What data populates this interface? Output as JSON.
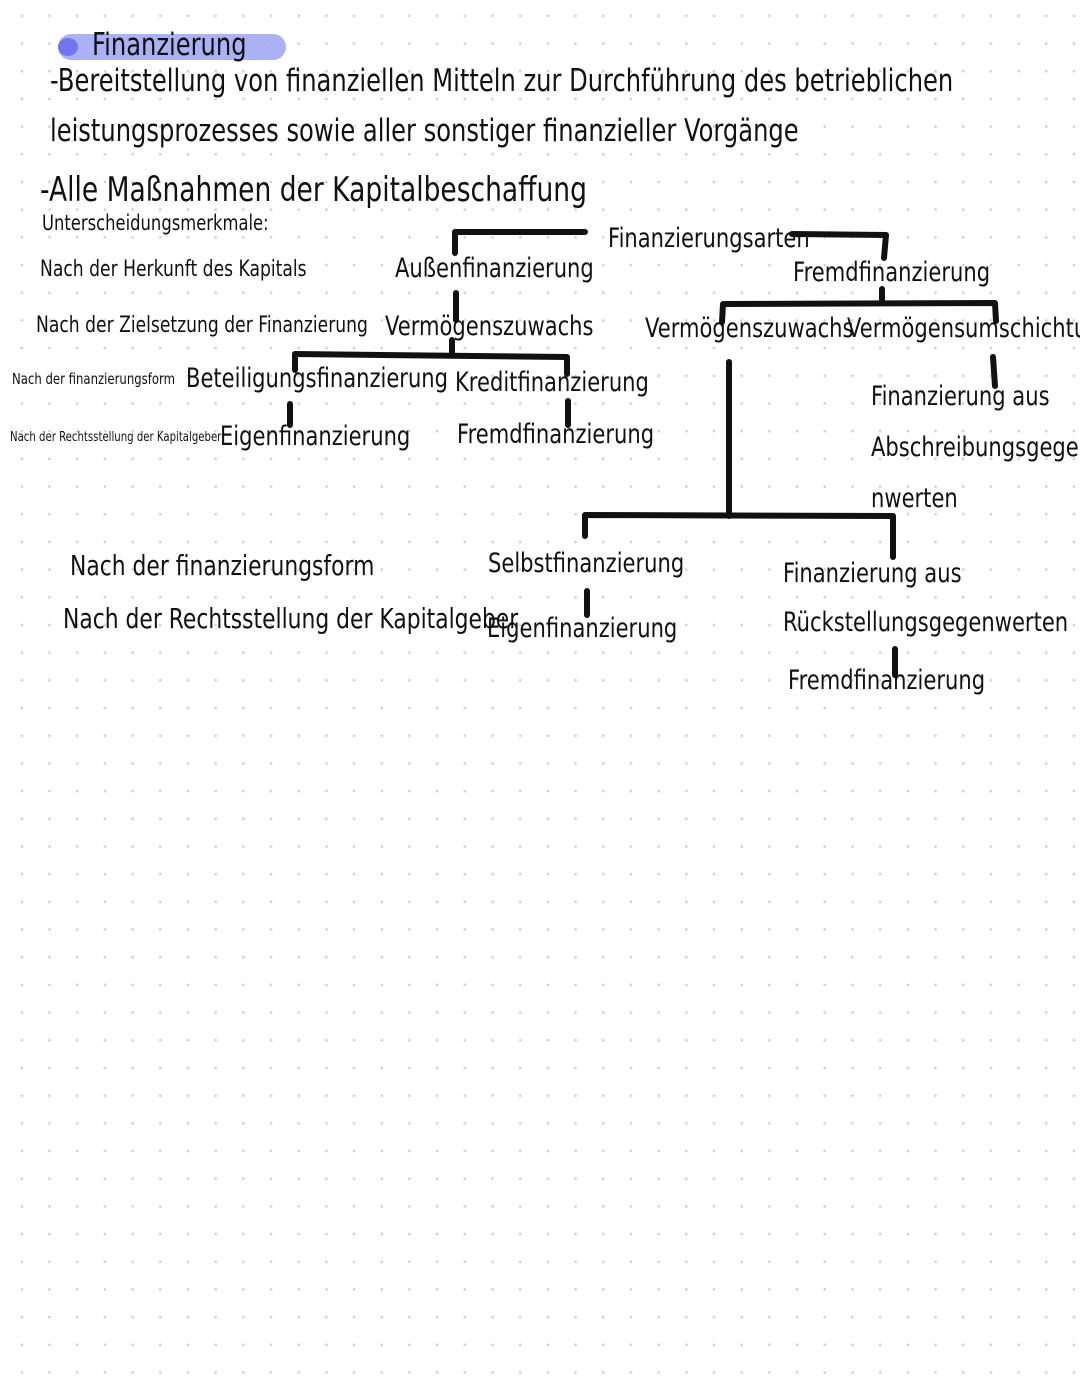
{
  "title": "Finanzierung",
  "definition": {
    "line1": "-Bereitstellung von finanziellen Mitteln zur Durchführung des betrieblichen",
    "line2": "leistungsprozesses sowie aller sonstiger finanzieller Vorgänge",
    "line3": "-Alle Maßnahmen der Kapitalbeschaffung"
  },
  "criteria": {
    "heading": "Unterscheidungsmerkmale:",
    "herkunft": "Nach der Herkunft des Kapitals",
    "zielsetzung": "Nach der Zielsetzung der Finanzierung",
    "form": "Nach der finanzierungsform",
    "rechtsstellung": "Nach der Rechtsstellung der Kapitalgeber"
  },
  "diagram": {
    "root": "Finanzierungsarten",
    "left": {
      "herkunft": "Außenfinanzierung",
      "ziel": "Vermögenszuwachs",
      "form_a": "Beteiligungsfinanzierung",
      "form_b": "Kreditfinanzierung",
      "recht_a": "Eigenfinanzierung",
      "recht_b": "Fremdfinanzierung"
    },
    "right": {
      "herkunft": "Fremdfinanzierung",
      "ziel_a": "Vermögenszuwachs",
      "ziel_b": "Vermögensumschichtung",
      "abschreibung": [
        "Finanzierung aus",
        "Abschreibungsgege",
        "nwerten"
      ],
      "selbst": "Selbstfinanzierung",
      "selbst_recht": "Eigenfinanzierung",
      "rueckstellung": [
        "Finanzierung aus",
        "Rückstellungsgegenwerten"
      ],
      "rueckstellung_recht": "Fremdfinanzierung"
    }
  },
  "lower_criteria": {
    "form": "Nach der finanzierungsform",
    "rechtsstellung": "Nach der Rechtsstellung der Kapitalgeber"
  },
  "colors": {
    "highlight": "#9ea3f5",
    "ink": "#111111"
  }
}
